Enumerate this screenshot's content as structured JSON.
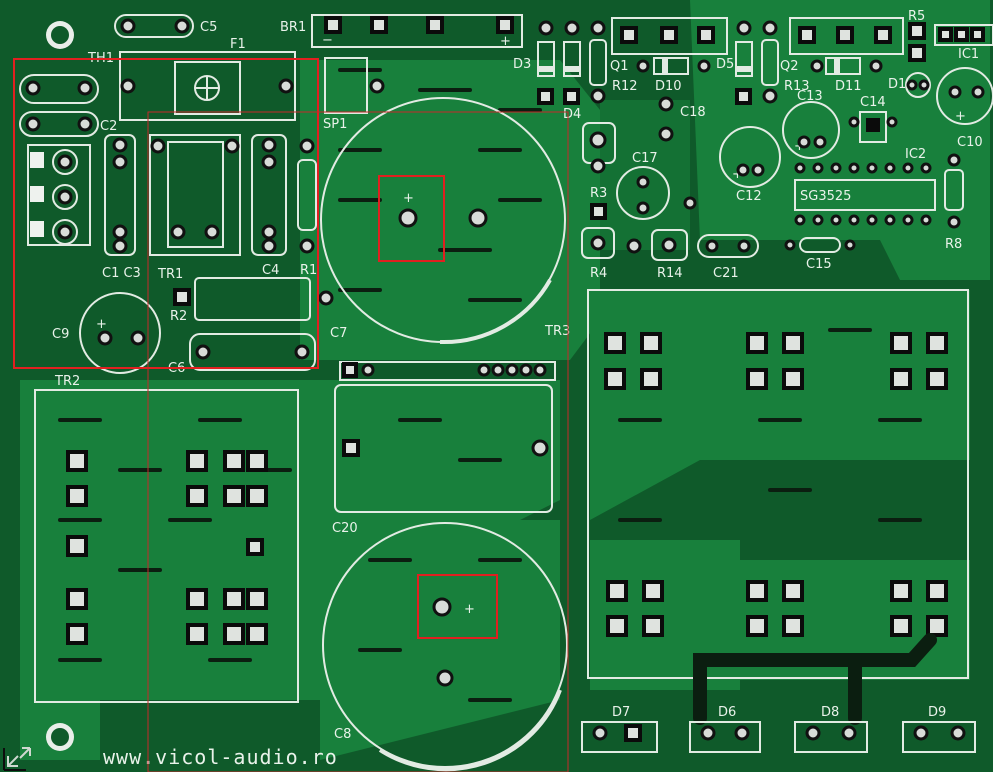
{
  "labels": {
    "c5": "C5",
    "br1": "BR1",
    "br1_minus": "−",
    "br1_plus": "+",
    "f1": "F1",
    "th1": "TH1",
    "c2": "C2",
    "sp1": "SP1",
    "c1c3": "C1 C3",
    "tr1": "TR1",
    "c4": "C4",
    "r1": "R1",
    "r2": "R2",
    "c6": "C6",
    "c9": "C9",
    "tr2": "TR2",
    "c7": "C7",
    "tr3": "TR3",
    "c20": "C20",
    "c8": "C8",
    "d3": "D3",
    "d4": "D4",
    "q1": "Q1",
    "r12": "R12",
    "d10": "D10",
    "d5": "D5",
    "q2": "Q2",
    "r13": "R13",
    "d11": "D11",
    "r5": "R5",
    "d1": "D1",
    "ic1": "IC1",
    "c18": "C18",
    "c13": "C13",
    "c14": "C14",
    "c10": "C10",
    "c17": "C17",
    "c12": "C12",
    "ic2": "IC2",
    "sg3525": "SG3525",
    "r3": "R3",
    "r4": "R4",
    "r14": "R14",
    "c21": "C21",
    "c15": "C15",
    "r8": "R8",
    "d7": "D7",
    "d6": "D6",
    "d8": "D8",
    "d9": "D9",
    "plus": "+",
    "website": "www.vicol-audio.ro"
  },
  "colors": {
    "board": "#0f5a2a",
    "trace": "#18803c",
    "silkscreen": "#e2ebe3",
    "highlight": "#e12020"
  }
}
